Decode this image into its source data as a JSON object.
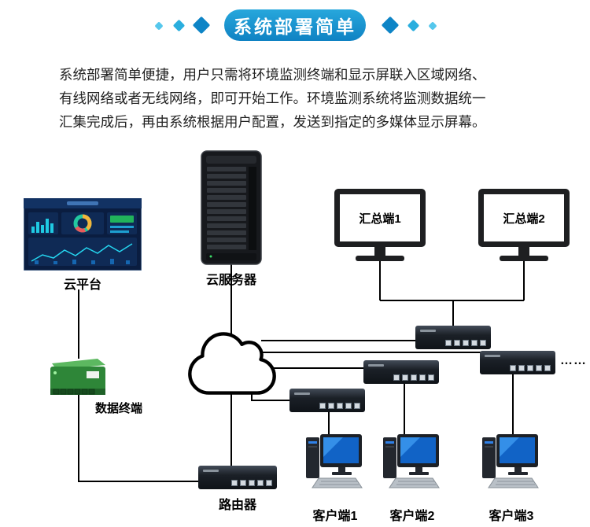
{
  "header": {
    "badge": "系统部署简单"
  },
  "intro": {
    "lines": [
      "系统部署简单便捷，用户只需将环境监测终端和显示屏联入区域网络、",
      "有线网络或者无线网络，即可开始工作。环境监测系统将监测数据统一",
      "汇集完成后，再由系统根据用户配置，发送到指定的多媒体显示屏幕。"
    ]
  },
  "diagram": {
    "cloud_platform_label": "云平台",
    "cloud_server_label": "云服务器",
    "summary_terminal_1": "汇总端1",
    "summary_terminal_2": "汇总端2",
    "data_terminal_label": "数据终端",
    "router_label": "路由器",
    "client_1": "客户端1",
    "client_2": "客户端2",
    "client_3": "客户端3",
    "more_devices": "……"
  },
  "colors": {
    "badge_blue": "#1691cf",
    "deco_blue_dark": "#0d84c6",
    "deco_blue_mid": "#2aaede",
    "deco_blue_light": "#55c7ec",
    "wire": "#000000",
    "terminal_green": "#2e8638",
    "client_screen_blue": "#1163c6"
  }
}
